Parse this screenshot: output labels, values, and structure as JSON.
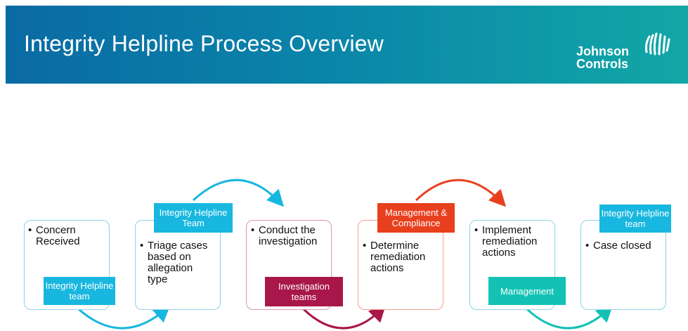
{
  "header": {
    "title": "Integrity Helpline Process Overview",
    "logo_line1": "Johnson",
    "logo_line2": "Controls"
  },
  "colors": {
    "blue": "#18b7df",
    "red": "#a9174a",
    "orange": "#e8401f",
    "teal": "#14c2b5"
  },
  "steps": [
    {
      "text": "Concern Received",
      "owner": "Integrity Helpline team"
    },
    {
      "text": "Triage cases based on allegation type",
      "owner": "Integrity Helpline Team"
    },
    {
      "text": "Conduct the investigation",
      "owner": "Investigation teams"
    },
    {
      "text": "Determine remediation actions",
      "owner": "Management & Compliance"
    },
    {
      "text": "Implement remediation actions",
      "owner": "Management"
    },
    {
      "text": "Case closed",
      "owner": "Integrity Helpline team"
    }
  ]
}
